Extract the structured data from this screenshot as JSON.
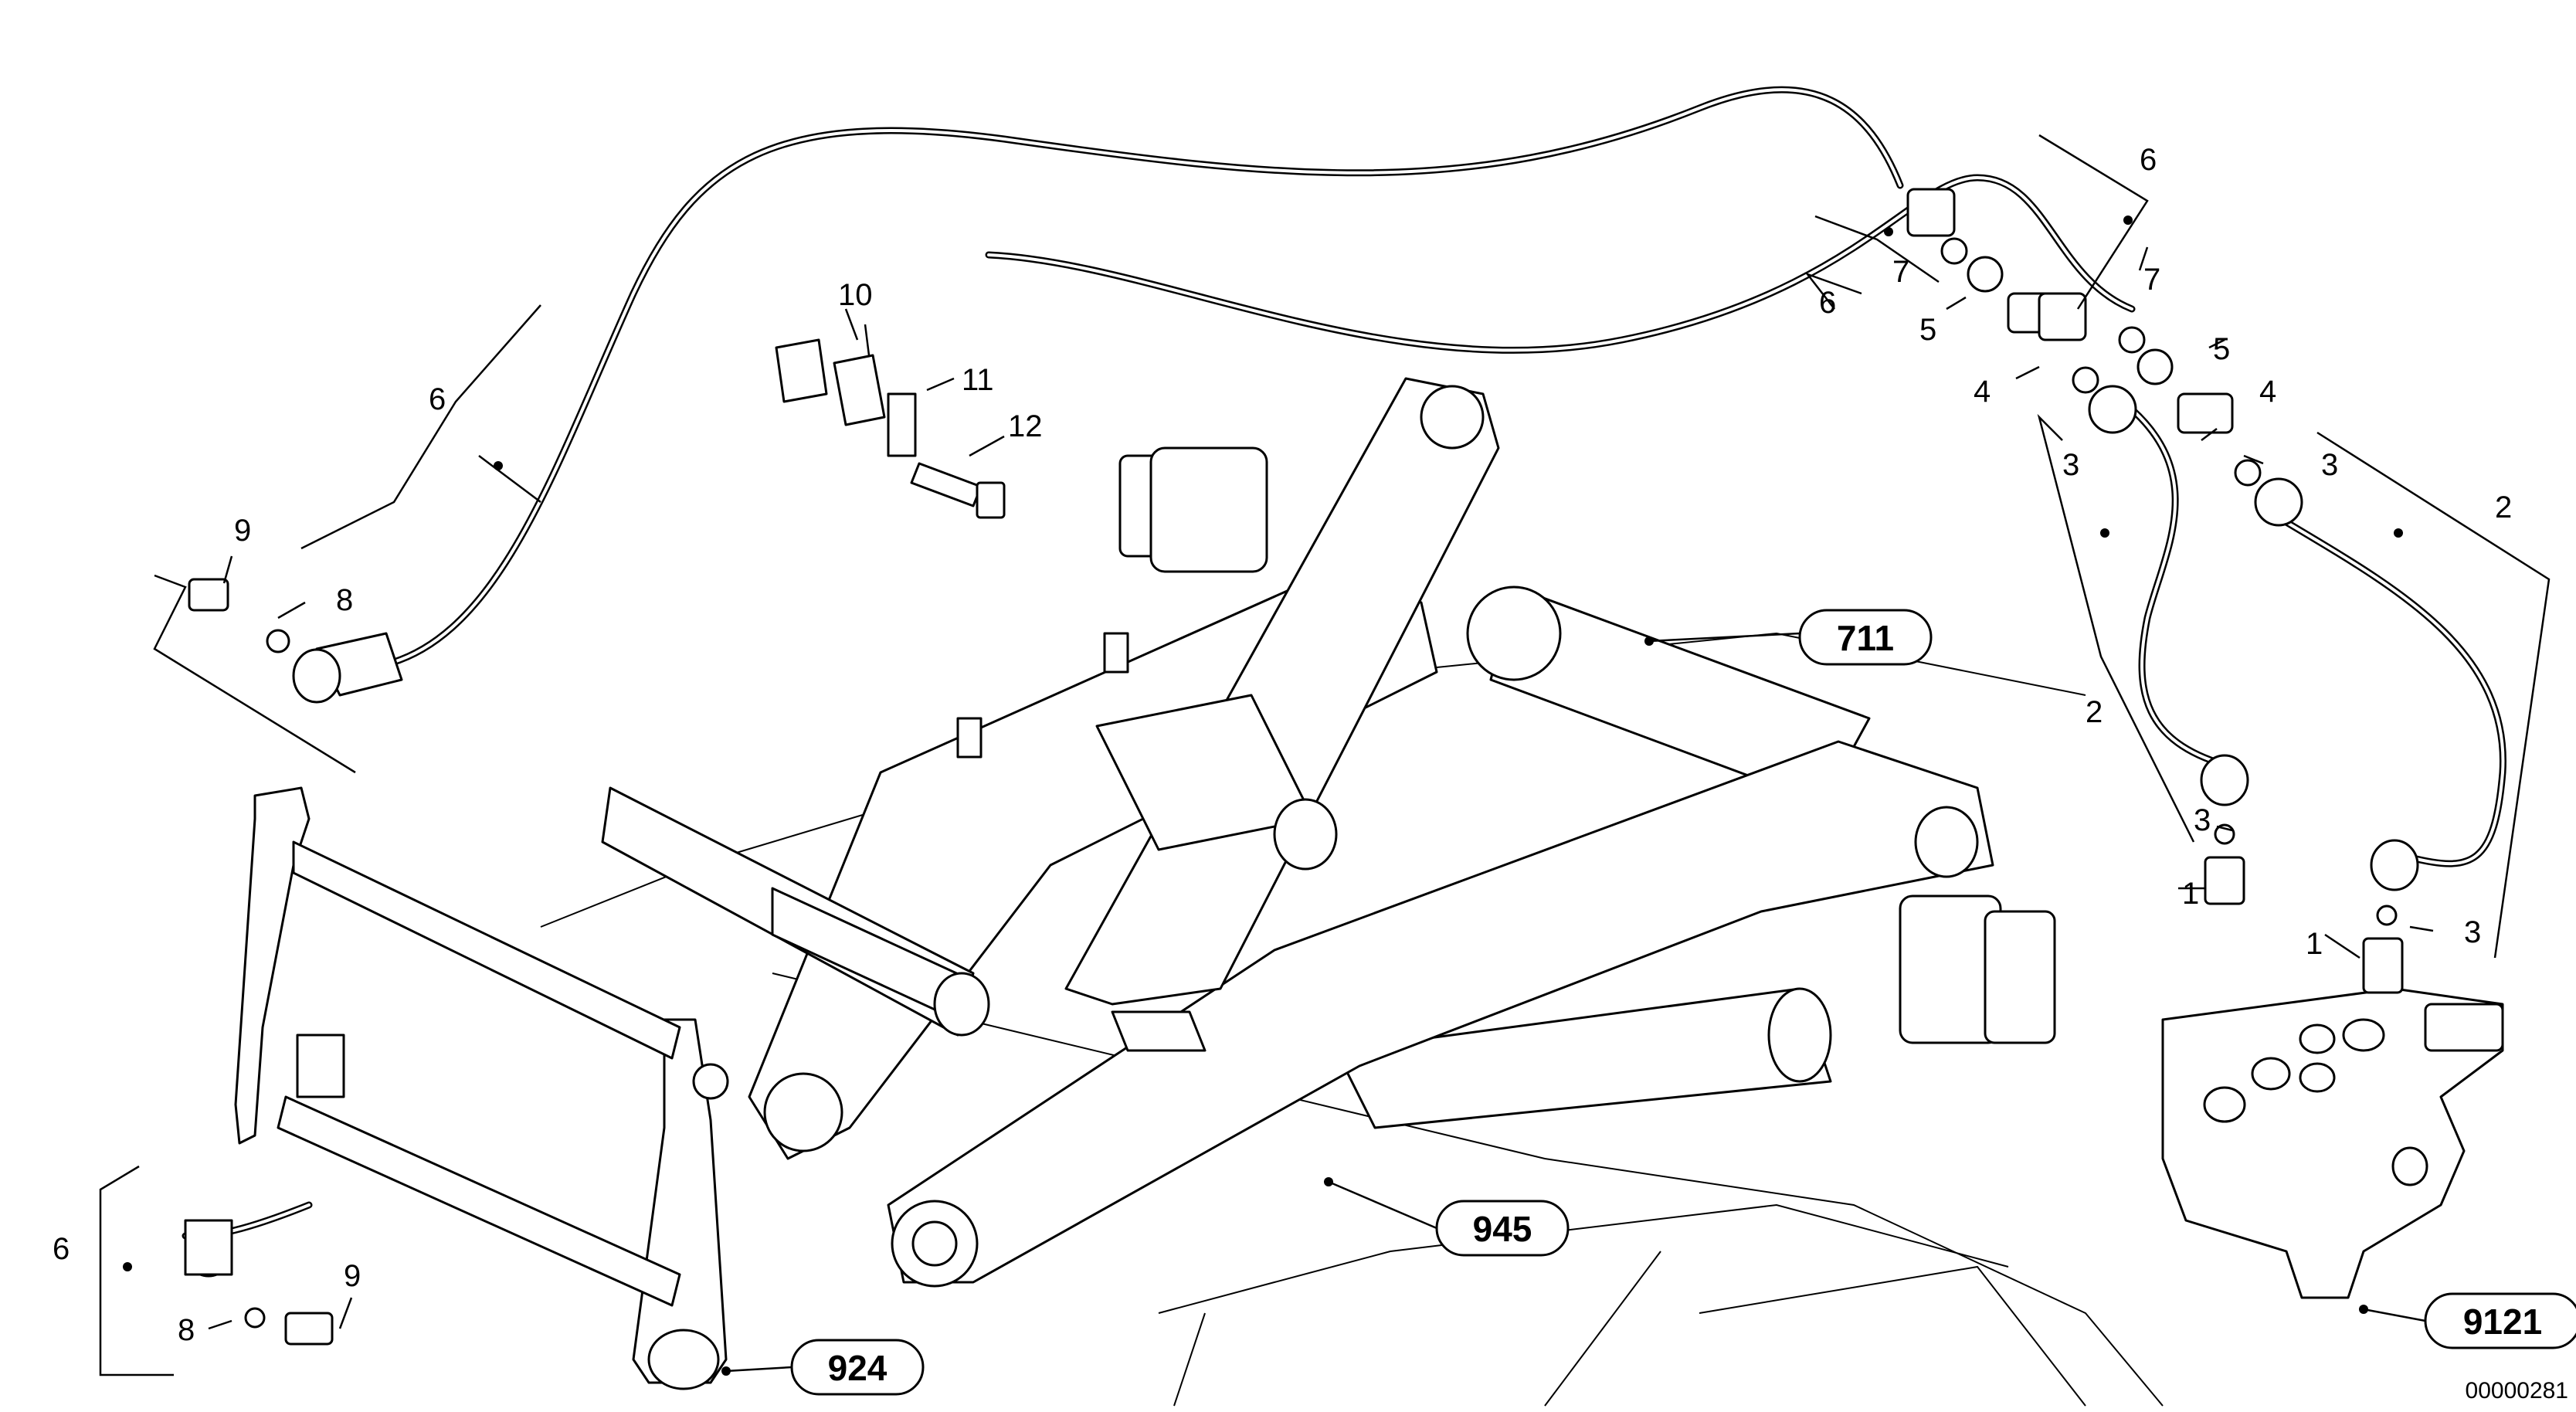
{
  "diagram": {
    "callouts": [
      {
        "id": "c6a",
        "text": "6"
      },
      {
        "id": "c9a",
        "text": "9"
      },
      {
        "id": "c8a",
        "text": "8"
      },
      {
        "id": "c10",
        "text": "10"
      },
      {
        "id": "c11",
        "text": "11"
      },
      {
        "id": "c12",
        "text": "12"
      },
      {
        "id": "c6b",
        "text": "6"
      },
      {
        "id": "c7a",
        "text": "7"
      },
      {
        "id": "c5a",
        "text": "5"
      },
      {
        "id": "c4a",
        "text": "4"
      },
      {
        "id": "c6c",
        "text": "6"
      },
      {
        "id": "c7b",
        "text": "7"
      },
      {
        "id": "c5b",
        "text": "5"
      },
      {
        "id": "c4b",
        "text": "4"
      },
      {
        "id": "c3a",
        "text": "3"
      },
      {
        "id": "c3b",
        "text": "3"
      },
      {
        "id": "c2a",
        "text": "2"
      },
      {
        "id": "c2b",
        "text": "2"
      },
      {
        "id": "c3c",
        "text": "3"
      },
      {
        "id": "c1a",
        "text": "1"
      },
      {
        "id": "c1b",
        "text": "1"
      },
      {
        "id": "c3d",
        "text": "3"
      },
      {
        "id": "c6d",
        "text": "6"
      },
      {
        "id": "c8b",
        "text": "8"
      },
      {
        "id": "c9b",
        "text": "9"
      }
    ],
    "references": [
      {
        "id": "r711",
        "text": "711"
      },
      {
        "id": "r945",
        "text": "945"
      },
      {
        "id": "r924",
        "text": "924"
      },
      {
        "id": "r9121",
        "text": "9121"
      }
    ],
    "document_number": "00000281"
  }
}
